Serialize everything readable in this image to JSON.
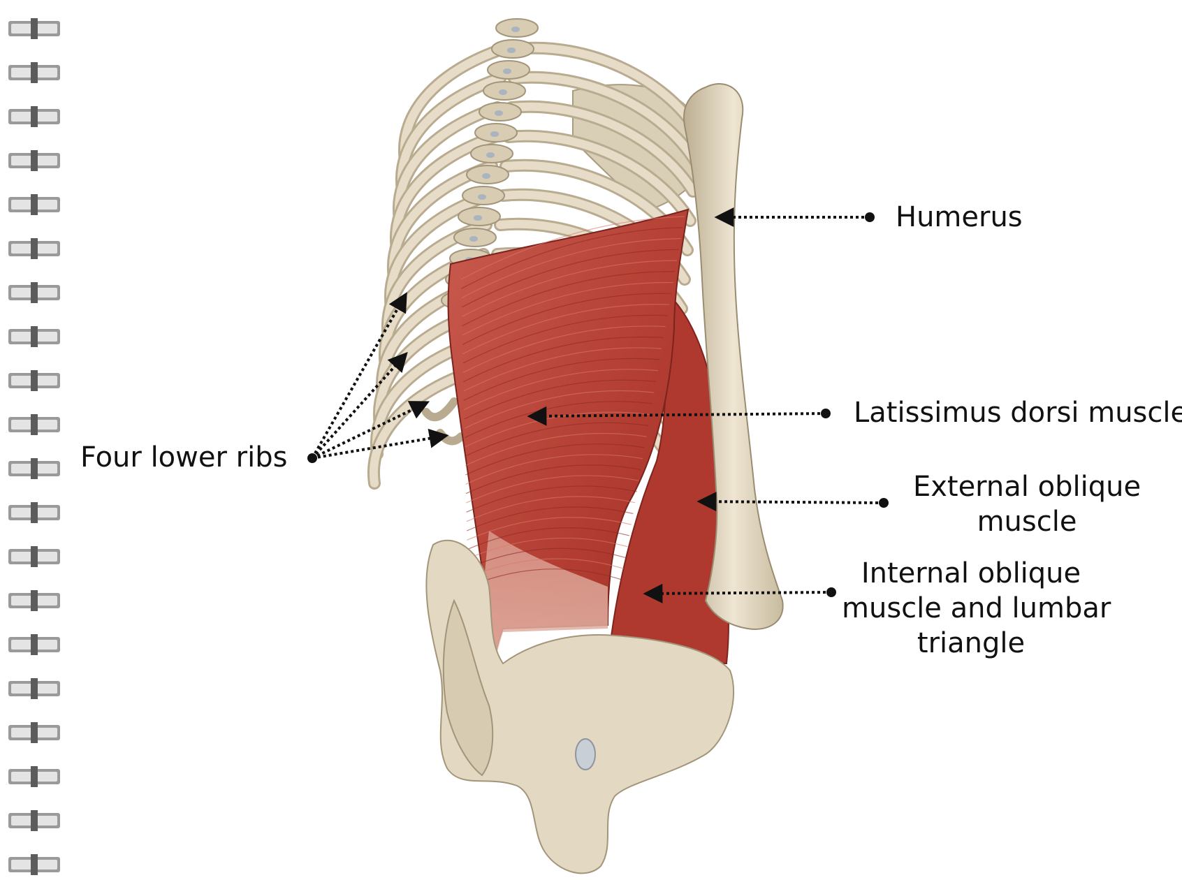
{
  "labels": {
    "humerus": "Humerus",
    "latissimus": "Latissimus dorsi muscle",
    "external_line1": "External oblique",
    "external_line2": "muscle",
    "internal_line1": "Internal oblique",
    "internal_line2": "muscle and lumbar",
    "internal_line3": "triangle",
    "ribs": "Four lower ribs"
  },
  "colors": {
    "bone": "#e6dcc8",
    "bone_shadow": "#b9ab8f",
    "muscle": "#c0473c",
    "muscle_dark": "#8e2a22",
    "muscle_light": "#d98a7c",
    "pointer": "#111111"
  }
}
